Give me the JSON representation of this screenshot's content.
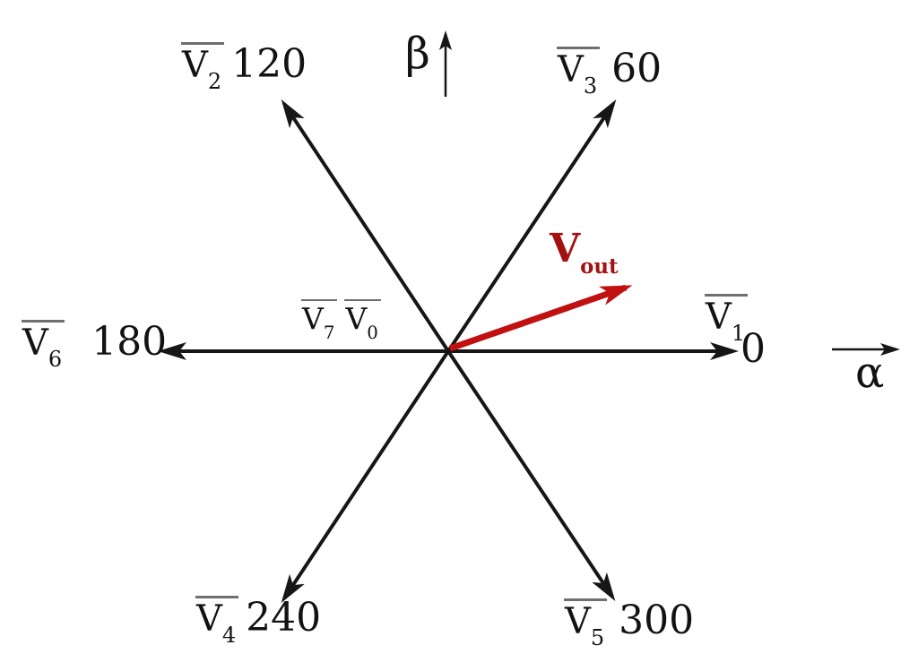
{
  "colors": {
    "vector_line": "#161616",
    "overline": "#6f6f6f",
    "output_vector_red": "#c11010",
    "output_label_red": "#a31212"
  },
  "axes": {
    "beta_label": "β",
    "alpha_label": "α"
  },
  "vectors": {
    "v1": {
      "base": "V",
      "sub": "1",
      "angle": "0",
      "angle_deg": 0
    },
    "v2": {
      "base": "V",
      "sub": "2",
      "angle": "120",
      "angle_deg": 120
    },
    "v3": {
      "base": "V",
      "sub": "3",
      "angle": "60",
      "angle_deg": 60
    },
    "v4": {
      "base": "V",
      "sub": "4",
      "angle": "240",
      "angle_deg": 240
    },
    "v5": {
      "base": "V",
      "sub": "5",
      "angle": "300",
      "angle_deg": 300
    },
    "v6": {
      "base": "V",
      "sub": "6",
      "angle": "180",
      "angle_deg": 180
    },
    "v7": {
      "base": "V",
      "sub": "7"
    },
    "v0": {
      "base": "V",
      "sub": "0"
    }
  },
  "output_vector": {
    "base": "V",
    "sub": "out",
    "angle_deg_approx": 19
  }
}
